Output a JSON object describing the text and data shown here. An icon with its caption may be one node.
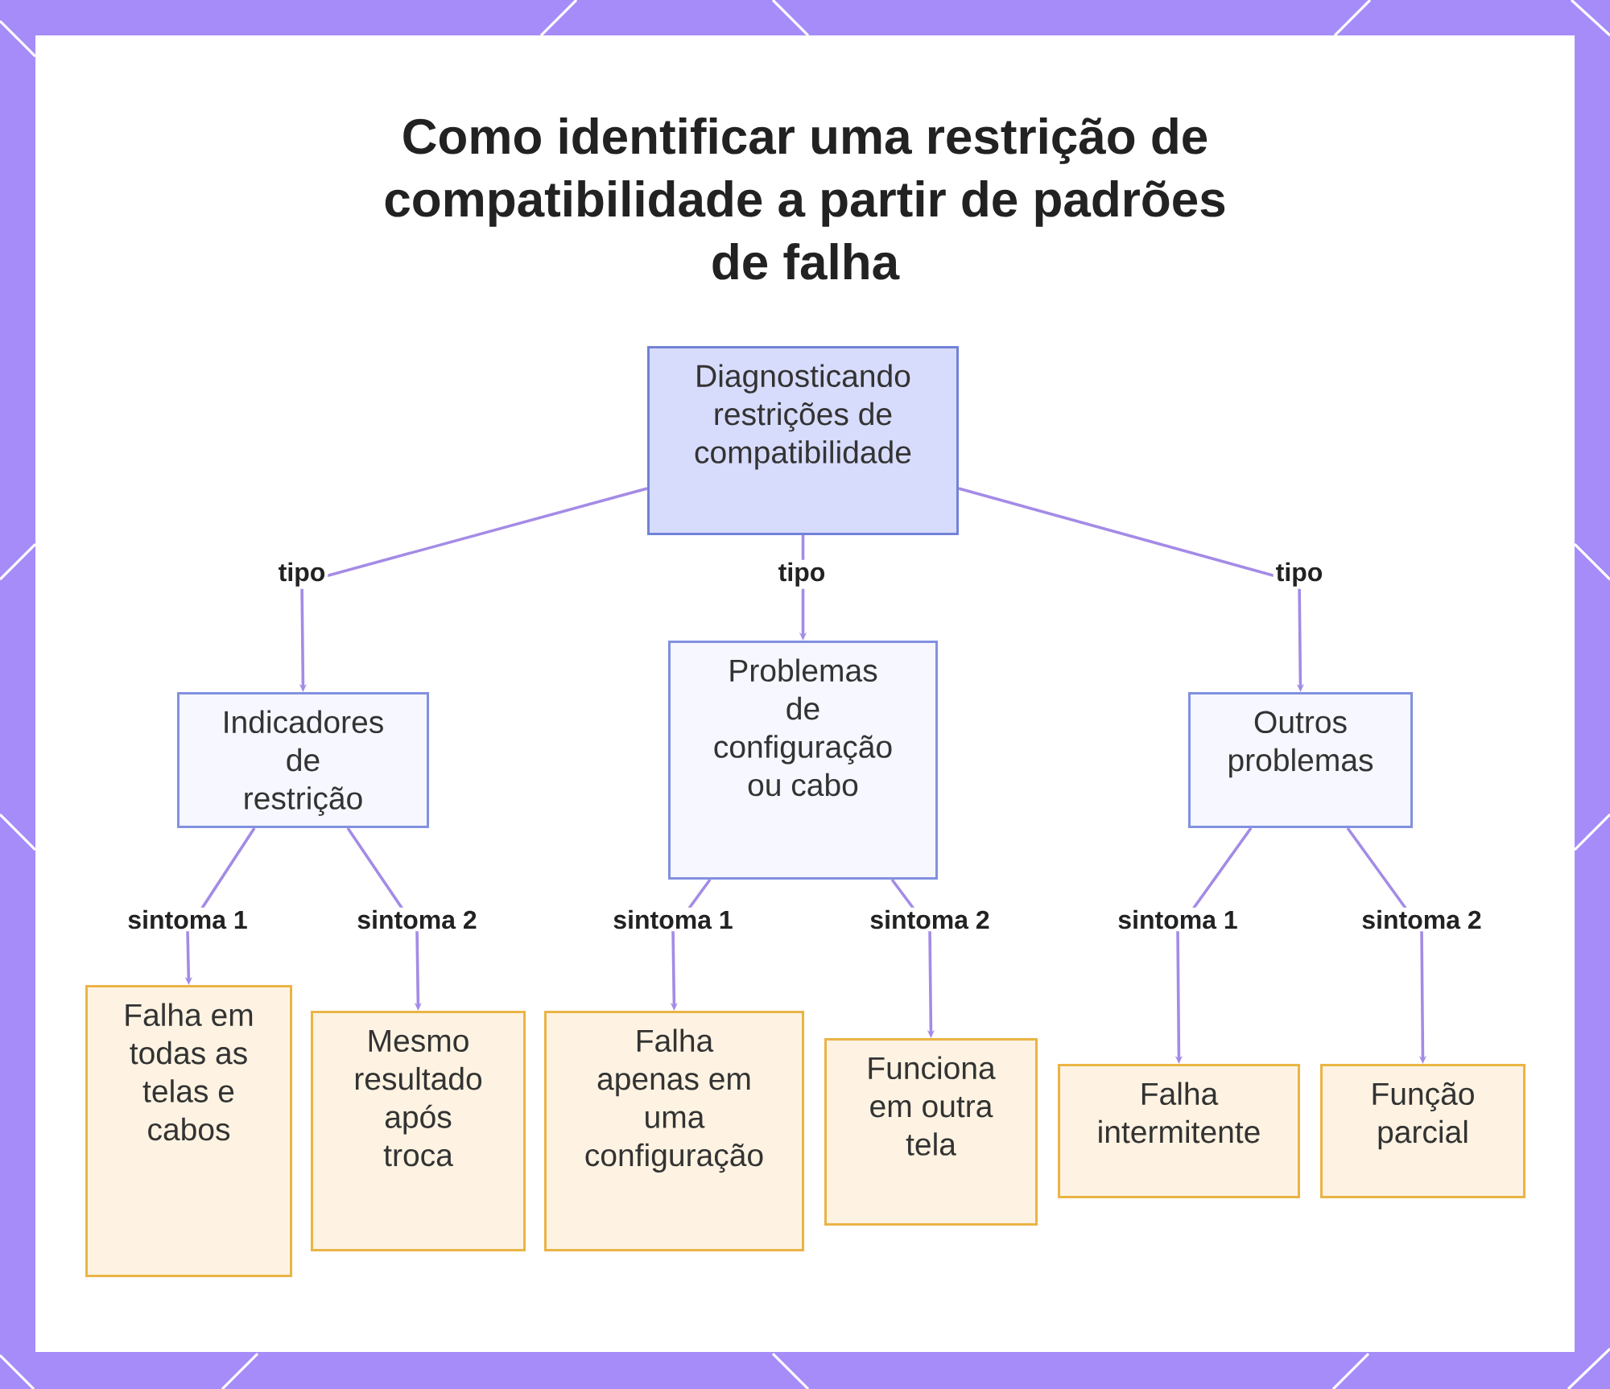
{
  "diagram": {
    "title": "Como identificar uma restrição de compatibilidade a partir de padrões de falha",
    "nodes": [
      {
        "text": [
          "Diagnosticando restrições de compatibilidade"
        ]
      },
      {
        "text": [
          "Indicadores de restrição"
        ]
      },
      {
        "text": [
          "Problemas de configuração ou cabo"
        ]
      },
      {
        "text": [
          "Outros problemas"
        ]
      },
      {
        "text": [
          "Falha em todas as telas e cabos"
        ]
      },
      {
        "text": [
          "Mesmo resultado após troca"
        ]
      },
      {
        "text": [
          "Falha apenas em uma configuração"
        ]
      },
      {
        "text": [
          "Funciona em outra tela"
        ]
      },
      {
        "text": [
          "Falha intermitente"
        ]
      },
      {
        "text": [
          "Função parcial"
        ]
      }
    ],
    "edges": [
      {
        "from": 0,
        "to": 1,
        "arrow": "to",
        "label": "tipo"
      },
      {
        "from": 0,
        "to": 2,
        "arrow": "to",
        "label": "tipo"
      },
      {
        "from": 0,
        "to": 3,
        "arrow": "to",
        "label": "tipo"
      },
      {
        "from": 1,
        "to": 4,
        "arrow": "to",
        "label": "sintoma 1"
      },
      {
        "from": 1,
        "to": 5,
        "arrow": "to",
        "label": "sintoma 2"
      },
      {
        "from": 2,
        "to": 6,
        "arrow": "to",
        "label": "sintoma 1"
      },
      {
        "from": 2,
        "to": 7,
        "arrow": "to",
        "label": "sintoma 2"
      },
      {
        "from": 3,
        "to": 8,
        "arrow": "to",
        "label": "sintoma 1"
      },
      {
        "from": 3,
        "to": 9,
        "arrow": "to",
        "label": "sintoma 2"
      }
    ]
  }
}
